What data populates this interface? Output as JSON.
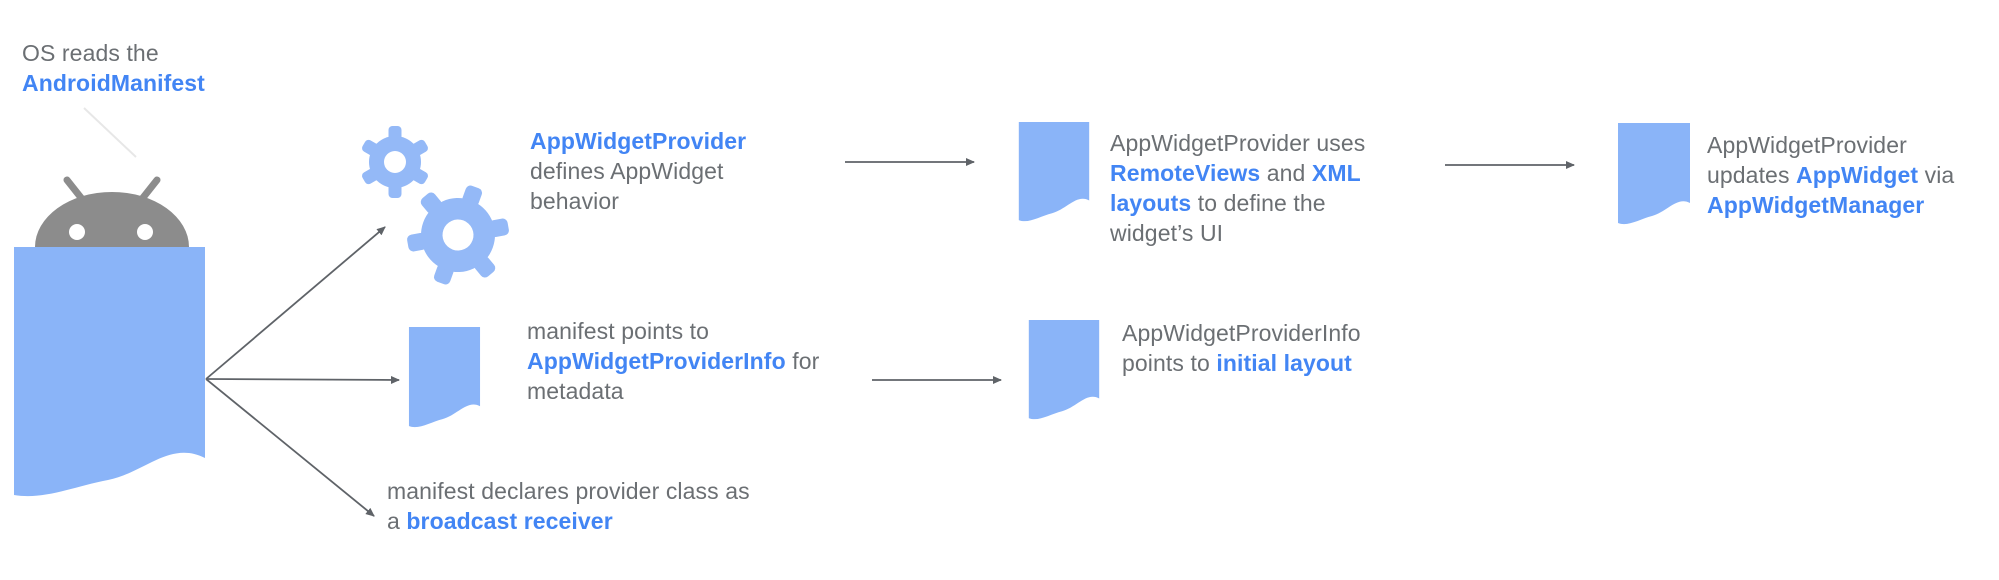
{
  "title": "AppWidget architecture diagram",
  "colors": {
    "background": "#ffffff",
    "doc_blue": "#8ab4f8",
    "gear_blue": "#94b9f7",
    "robot_gray": "#8c8c8c",
    "text_gray": "#6b6f73",
    "text_blue": "#4285f4",
    "arrow_gray": "#5f6368"
  },
  "icons": {
    "android_robot": "android-robot-icon",
    "manifest_document": "manifest-document-icon",
    "gears": "gears-icon",
    "document": "document-icon"
  },
  "labels": {
    "os": {
      "l1": "OS reads the",
      "l2": "AndroidManifest"
    },
    "gears": {
      "l1": "AppWidgetProvider",
      "l2": "defines AppWidget",
      "l3": "behavior"
    },
    "uses": {
      "l1": "AppWidgetProvider uses",
      "l2a": "RemoteViews",
      "l2b": " and ",
      "l2c": "XML",
      "l3a": "layouts",
      "l3b": " to define the",
      "l4": "widget’s UI"
    },
    "updates": {
      "l1": "AppWidgetProvider",
      "l2a": "updates ",
      "l2b": "AppWidget",
      "l2c": " via",
      "l3": "AppWidgetManager"
    },
    "metadata": {
      "l1": "manifest points to",
      "l2a": "AppWidgetProviderInfo",
      "l2b": " for",
      "l3": "metadata"
    },
    "initial": {
      "l1": "AppWidgetProviderInfo",
      "l2a": "points to ",
      "l2b": "initial layout"
    },
    "broadcast": {
      "l1": "manifest declares provider class as",
      "l2a": "a ",
      "l2b": "broadcast receiver"
    }
  }
}
